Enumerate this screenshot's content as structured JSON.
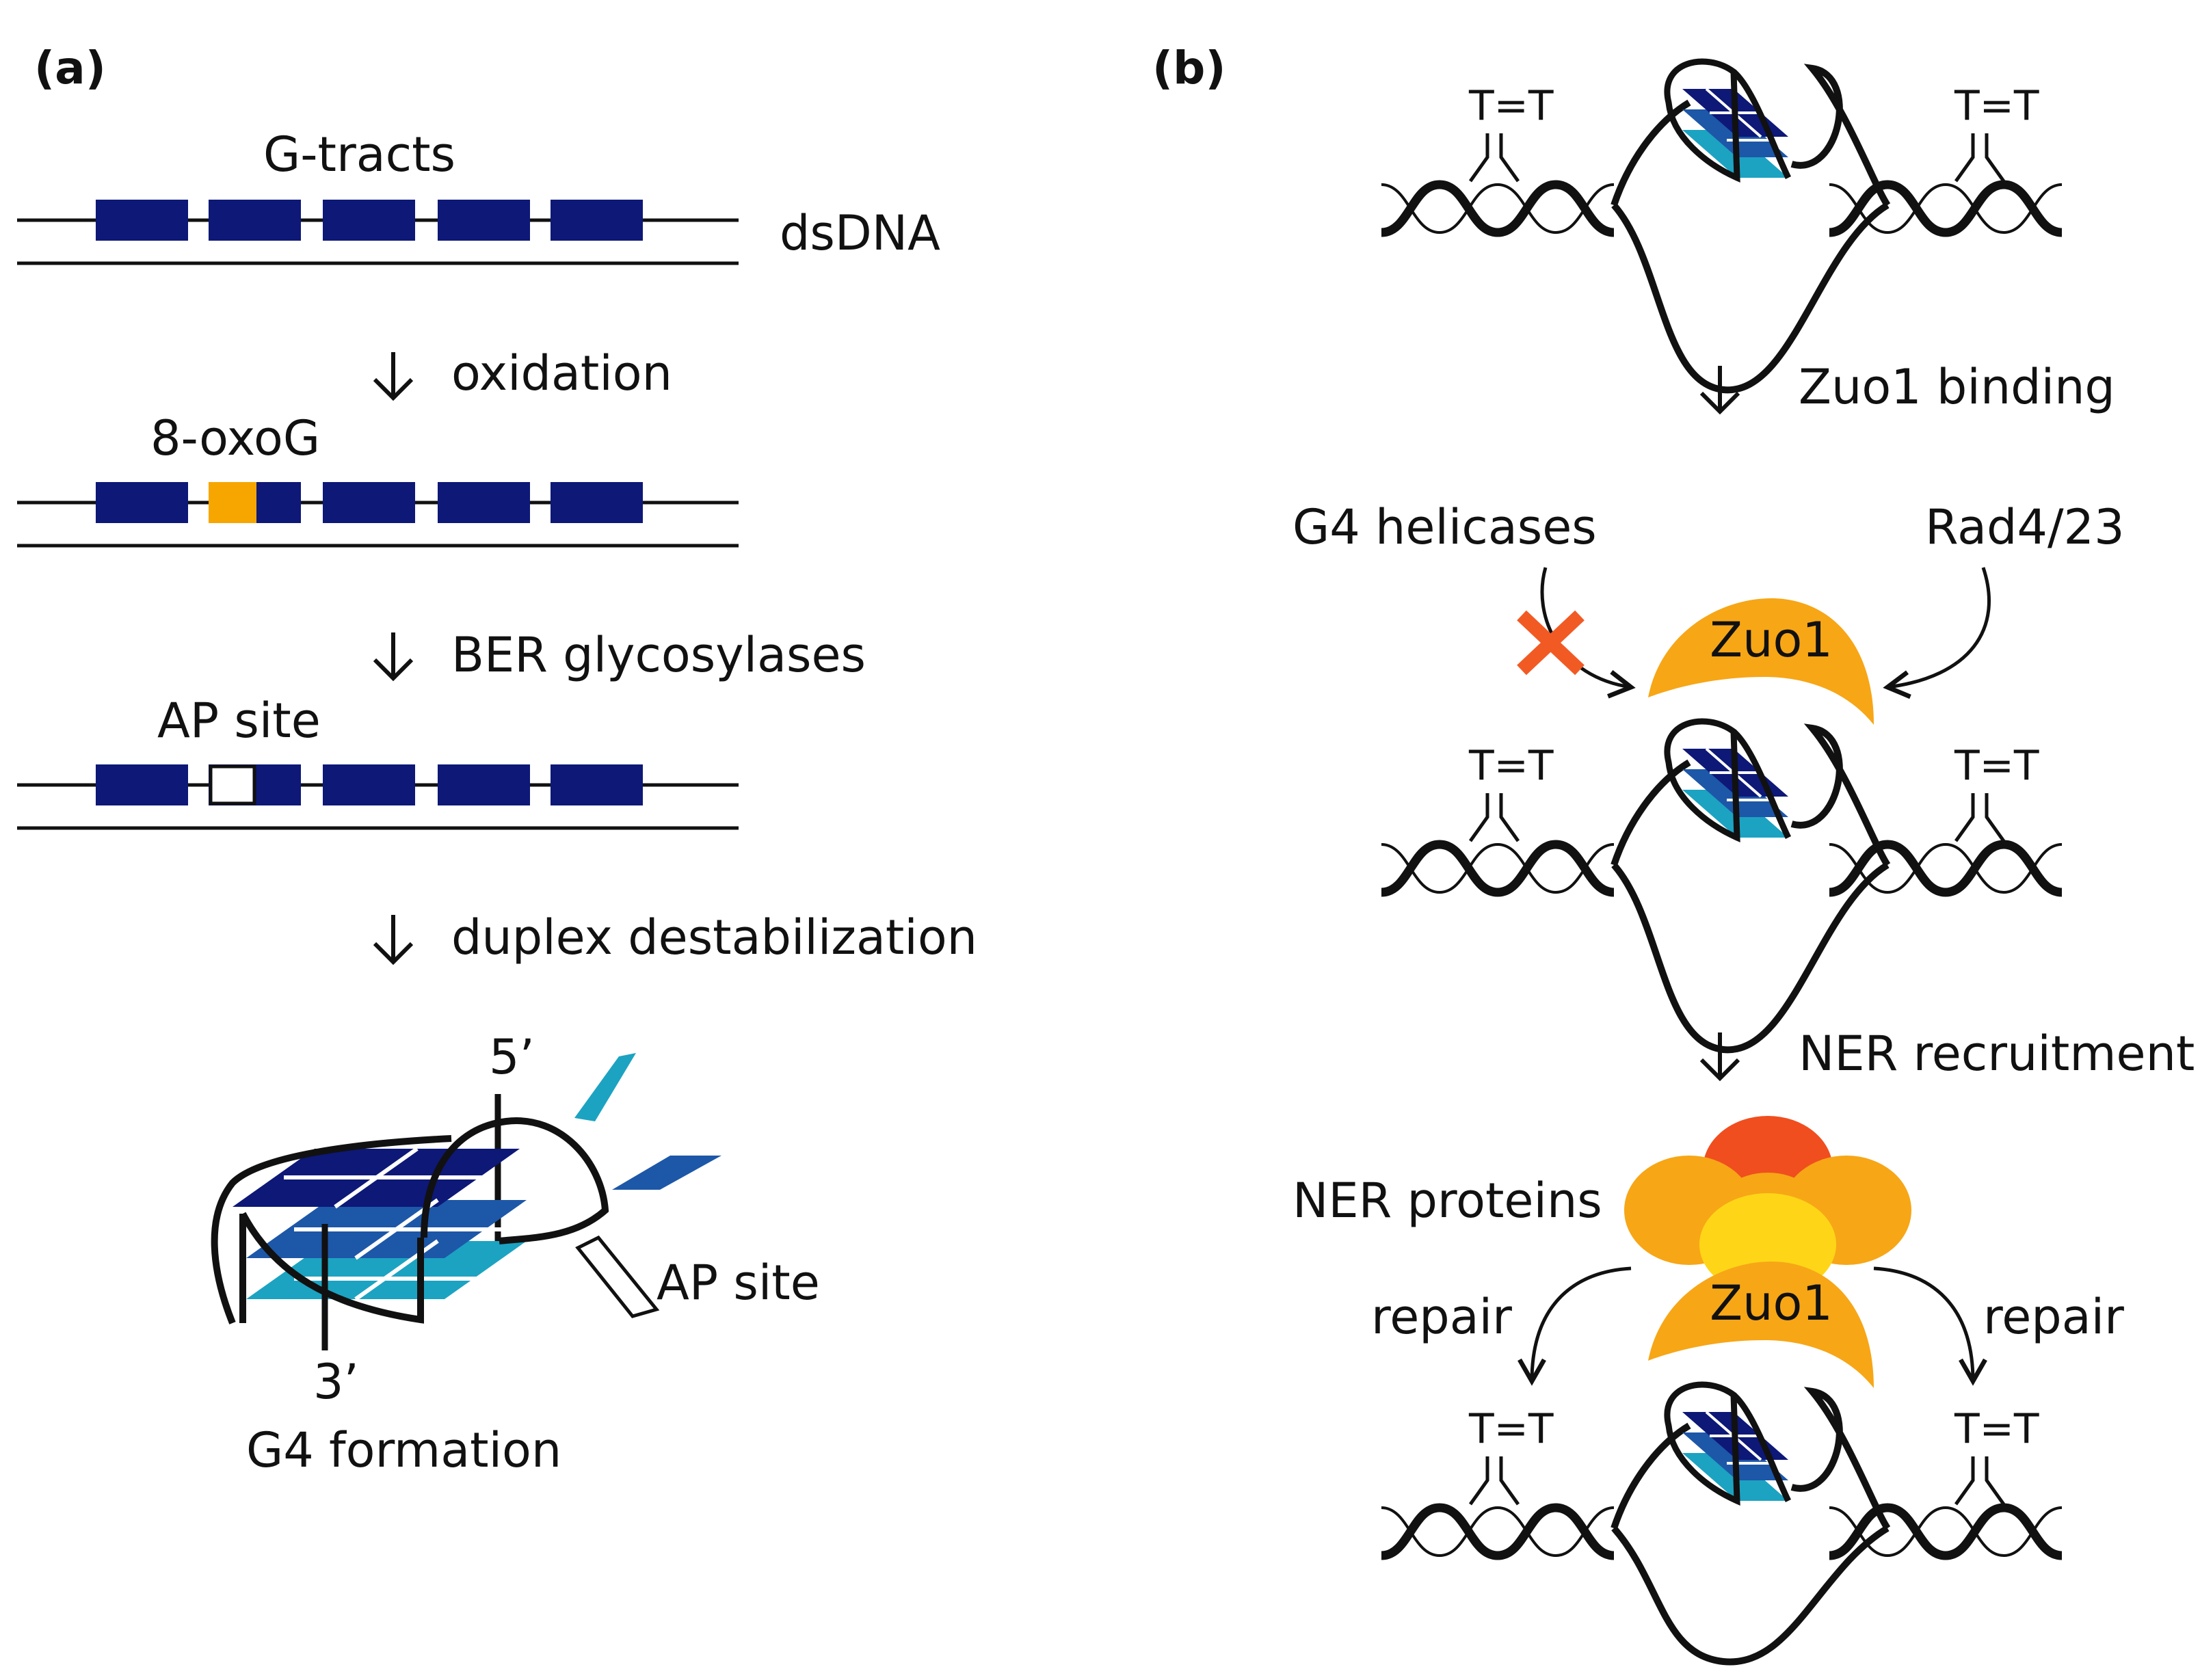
{
  "colors": {
    "navy": "#0d1877",
    "blue": "#1d57a8",
    "teal": "#1ca3c2",
    "oxog": "#f7a600",
    "zuo1": "#f7a616",
    "ner_red": "#f04e1f",
    "ner_orange": "#f7a616",
    "ner_yellow": "#ffd617",
    "block_x": "#f25a24",
    "line": "#111111"
  },
  "panel_a": {
    "label": "(a)",
    "gtracts_label": "G-tracts",
    "dsdna_label": "dsDNA",
    "step1": "oxidation",
    "oxog_label": "8-oxoG",
    "step2": "BER glycosylases",
    "ap_label": "AP site",
    "step3": "duplex destabilization",
    "five_prime": "5’",
    "three_prime": "3’",
    "g4_ap_label": "AP site",
    "g4_caption": "G4 formation"
  },
  "panel_b": {
    "label": "(b)",
    "dimer": "T=T",
    "step1": "Zuo1 binding",
    "g4_helicases": "G4 helicases",
    "rad": "Rad4/23",
    "zuo1": "Zuo1",
    "step2": "NER recruitment",
    "ner_proteins": "NER proteins",
    "repair": "repair"
  },
  "icons": [
    "down-arrow-icon",
    "block-x-icon",
    "curved-arrow-icon",
    "g4-quadruplex-icon"
  ]
}
